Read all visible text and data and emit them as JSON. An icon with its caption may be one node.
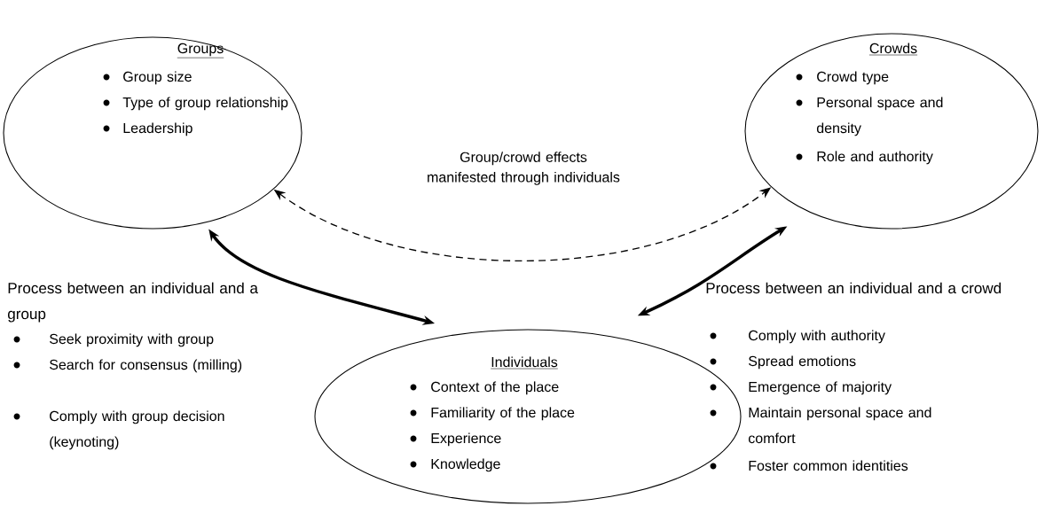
{
  "diagram": {
    "nodes": [
      {
        "text": [
          "Groups",
          "Group size",
          "Type of group relationship",
          "Leadership"
        ]
      },
      {
        "text": [
          "Crowds",
          "Crowd type",
          "Personal space and density",
          "Role and authority"
        ]
      },
      {
        "text": [
          "Individuals",
          "Context of the place",
          "Familiarity of the place",
          "Experience",
          "Knowledge"
        ]
      }
    ],
    "edges": [
      {
        "from": 0,
        "to": 1,
        "arrow": "both",
        "style": "dashed",
        "label": "Group/crowd effects manifested through individuals"
      },
      {
        "from": 0,
        "to": 2,
        "arrow": "both"
      },
      {
        "from": 1,
        "to": 2,
        "arrow": "both"
      }
    ],
    "labels": [
      "Process between an individual and a group",
      "Seek proximity with group",
      "Search for consensus (milling)",
      "Comply with group decision (keynoting)",
      "Process between an individual and a crowd",
      "Comply with authority",
      "Spread emotions",
      "Emergence of majority",
      "Maintain personal space and comfort",
      "Foster common identities"
    ]
  }
}
